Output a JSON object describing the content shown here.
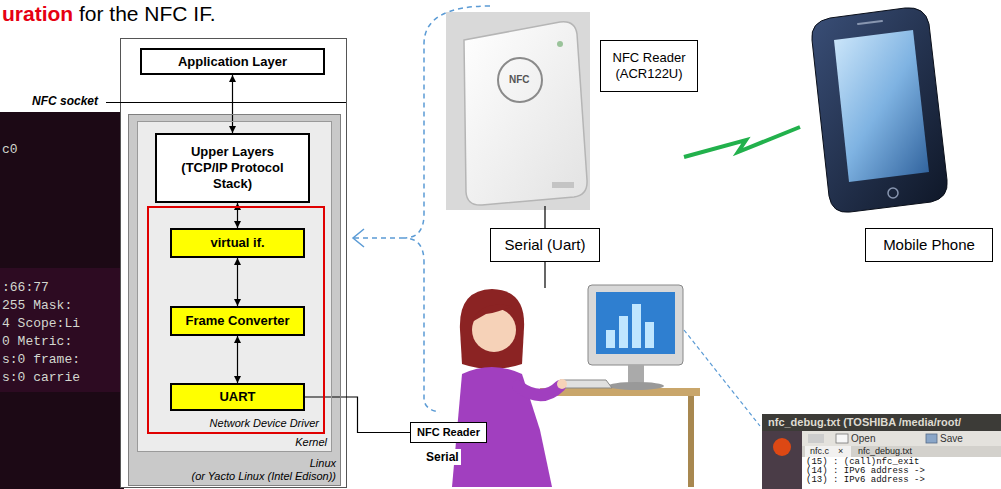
{
  "diagram": {
    "nodes": [
      {
        "text": [
          "Application Layer"
        ]
      },
      {
        "text": [
          "Linux",
          "(or Yacto Linux (Intel Edison))"
        ]
      },
      {
        "text": [
          "Kernel"
        ],
        "in": 1
      },
      {
        "text": [
          "Upper Layers (TCP/IP Protocol Stack)"
        ],
        "in": 2
      },
      {
        "text": [
          "Network Device Driver"
        ],
        "in": 2
      },
      {
        "text": [
          "virtual if."
        ],
        "in": 4
      },
      {
        "text": [
          "Frame Converter"
        ],
        "in": 4
      },
      {
        "text": [
          "UART"
        ],
        "in": 4
      },
      {
        "text": [
          "NFC Reader"
        ]
      },
      {
        "text": [
          "NFC Reader (ACR122U)"
        ]
      },
      {
        "text": [
          "Serial (Uart)"
        ]
      },
      {
        "text": [
          "Mobile Phone"
        ]
      }
    ],
    "edges": [
      {
        "from": 0,
        "to": 3,
        "arrow": "both"
      },
      {
        "from": 3,
        "to": 5,
        "arrow": "both"
      },
      {
        "from": 5,
        "to": 6,
        "arrow": "both"
      },
      {
        "from": 6,
        "to": 7,
        "arrow": "both"
      },
      {
        "from": 7,
        "to": 8,
        "arrow": "none",
        "label": "Serial"
      }
    ],
    "labels": [
      "uration",
      "for the NFC IF.",
      "NFC socket",
      "c0",
      ":66:77",
      "255 Mask:",
      "4 Scope:Li",
      "0 Metric:",
      "s:0 frame:",
      "s:0 carrie",
      "NFC",
      "nfc_debug.txt (TOSHIBA /media/root/",
      "Open",
      "Save",
      "nfc.c",
      "×",
      "nfc_debug.txt",
      "(15) : (call)nfc_exit",
      "(14) : IPv6 address ->",
      "(13) : IPv6 address ->"
    ]
  }
}
